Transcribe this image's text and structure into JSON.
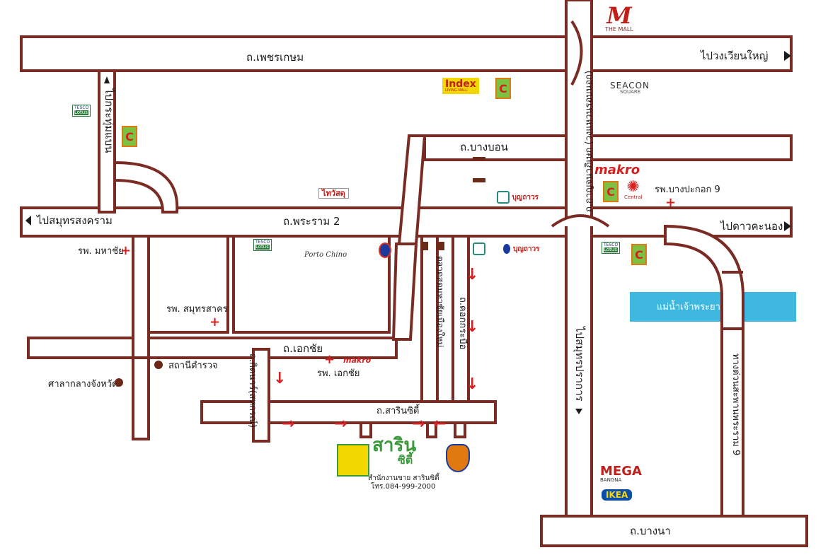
{
  "roads": {
    "phetkasem": "ถ.เพชรเกษม",
    "bangbon": "ถ.บางบอน",
    "rama2": "ถ.พระราม 2",
    "ekkachai": "ถ.เอกชัย",
    "sarinsiti": "ถ.สารินซิตี้",
    "bangna": "ถ.บางนา",
    "kanchanaphisek": "ถ.กาญจนาภิเษก (วงแหวนรอบนอก)",
    "kathonburi": "ถ.กิตนาร์(สหกรณ์)",
    "kok_krabue": "ถ.คอกกระบือ",
    "kanchana_label_right": "ทางด่วนสะพานพระราม 9"
  },
  "directions": {
    "to_nongkhaem": "ไปวงเวียนใหญ่",
    "to_krathum": "ไปกระทุ่มแบน",
    "to_samut_songkhram": "ไปสมุทรสงคราม",
    "to_dao_khanong": "ไปดาวคะนอง",
    "to_samut_prakan": "ไปสมุทรปราการ"
  },
  "places": {
    "mahachai_hosp": "รพ. มหาชัย",
    "samut_sakhon_hosp": "รพ. สมุทรสาคร",
    "police": "สถานีตำรวจ",
    "provincial_hall": "ศาลากลางจังหวัด",
    "ekkachai_hosp": "รพ. เอกชัย",
    "bangpakok_hosp": "รพ.บางปะกอก 9",
    "market": "ตลาดสดมหาชัยเมืองใหม่",
    "river": "แม่น้ำเจ้าพระยา",
    "office": "สำนักงานขาย สารินซิตี้",
    "phone": "โทร.084-999-2000"
  },
  "brands": {
    "the_mall": "THE MALL",
    "index": "Index",
    "index_sub": "LIVING MALL",
    "seacon": "SEACON",
    "seacon_sub": "SQUARE",
    "makro": "makro",
    "central": "Central",
    "tesco": "TESCO",
    "lotus": "Lotus",
    "boonthavorn": "บุญถาวร",
    "porto_chino": "Porto Chino",
    "thaiwatsadu": "ไทวัสดุ",
    "mega": "MEGA",
    "mega_sub": "BANGNA",
    "ikea": "IKEA",
    "sarin_name": "สาริน",
    "sarin_sub": "ซิตี้",
    "seven": "C"
  },
  "colors": {
    "road_border": "#7a2c24",
    "arrow": "#d42020",
    "river": "#3fb8e0",
    "seven_green": "#7cc142",
    "seven_orange": "#e07a10",
    "sarin_green": "#3a9a3a"
  }
}
